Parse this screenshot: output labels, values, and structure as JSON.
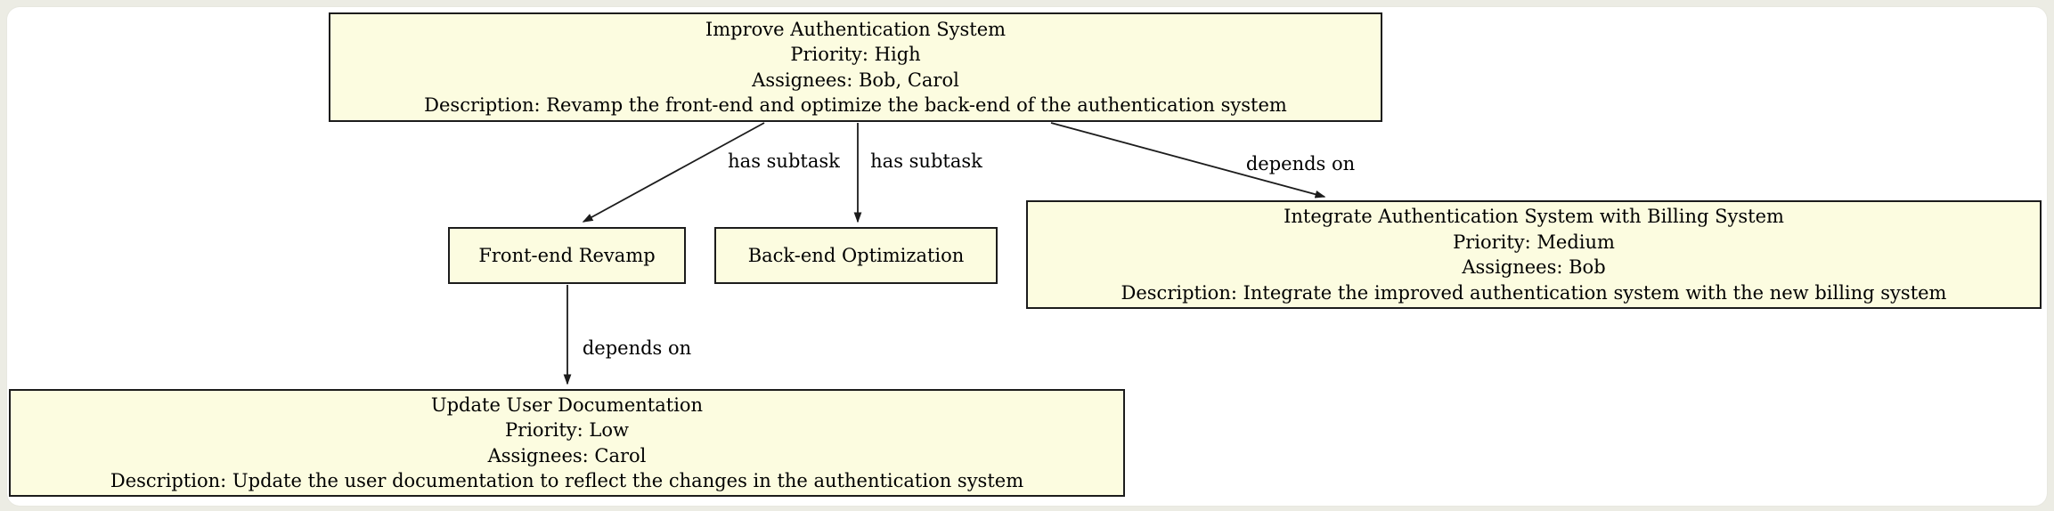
{
  "diagram": {
    "type": "task-dependency-graph",
    "colors": {
      "page_background": "#ecece4",
      "canvas_surface": "#ffffff",
      "node_fill": "#fcfce0",
      "node_border": "#1c1c1c",
      "text": "#000000"
    }
  },
  "nodes": {
    "improve_auth": {
      "lines": [
        "Improve Authentication System",
        "Priority: High",
        "Assignees: Bob, Carol",
        "Description: Revamp the front-end and optimize the back-end of the authentication system"
      ]
    },
    "frontend_revamp": {
      "lines": [
        "Front-end Revamp"
      ]
    },
    "backend_optimization": {
      "lines": [
        "Back-end Optimization"
      ]
    },
    "integrate_billing": {
      "lines": [
        "Integrate Authentication System with Billing System",
        "Priority: Medium",
        "Assignees: Bob",
        "Description: Integrate the improved authentication system with the new billing system"
      ]
    },
    "update_docs": {
      "lines": [
        "Update User Documentation",
        "Priority: Low",
        "Assignees: Carol",
        "Description: Update the user documentation to reflect the changes in the authentication system"
      ]
    }
  },
  "edges": [
    {
      "from": "improve_auth",
      "to": "frontend_revamp",
      "label": "has subtask"
    },
    {
      "from": "improve_auth",
      "to": "backend_optimization",
      "label": "has subtask"
    },
    {
      "from": "improve_auth",
      "to": "integrate_billing",
      "label": "depends on"
    },
    {
      "from": "frontend_revamp",
      "to": "update_docs",
      "label": "depends on"
    }
  ]
}
